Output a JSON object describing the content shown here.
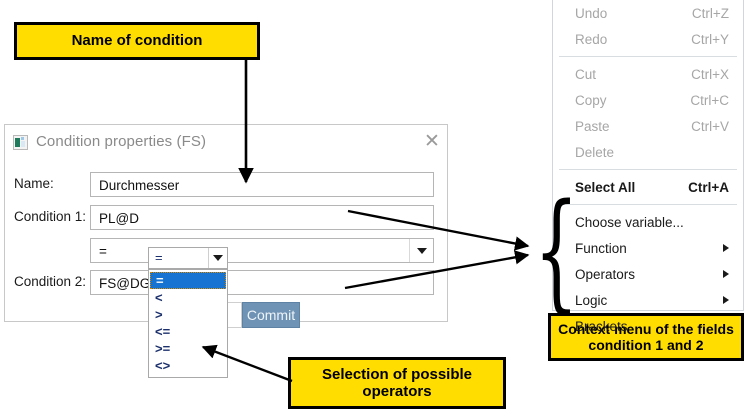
{
  "callouts": {
    "name_of_condition": "Name of condition",
    "selection_of_operators": "Selection of possible\noperators",
    "context_menu_note": "Context menu  of the fields\ncondition 1 and 2"
  },
  "dialog": {
    "title": "Condition properties (FS)",
    "icon": "window-app-icon",
    "close_icon": "✕",
    "fields": [
      {
        "label": "Name:",
        "value": "Durchmesser"
      },
      {
        "label": "Condition 1:",
        "value": "PL@D"
      },
      {
        "label": "Condition 2:",
        "value": "FS@DG"
      }
    ],
    "operator_combo": {
      "value": "=",
      "dropdown_value": "=",
      "options": [
        "=",
        "<",
        ">",
        "<=",
        ">=",
        "<>"
      ],
      "selected_option": "="
    },
    "buttons": {
      "hidden_label": "",
      "commit_label": "Commit"
    }
  },
  "context_menu": {
    "groups": [
      {
        "items": [
          {
            "label": "Undo",
            "accel": "Ctrl+Z",
            "enabled": false,
            "submenu": false
          },
          {
            "label": "Redo",
            "accel": "Ctrl+Y",
            "enabled": false,
            "submenu": false
          }
        ]
      },
      {
        "items": [
          {
            "label": "Cut",
            "accel": "Ctrl+X",
            "enabled": false,
            "submenu": false
          },
          {
            "label": "Copy",
            "accel": "Ctrl+C",
            "enabled": false,
            "submenu": false
          },
          {
            "label": "Paste",
            "accel": "Ctrl+V",
            "enabled": false,
            "submenu": false
          },
          {
            "label": "Delete",
            "accel": "",
            "enabled": false,
            "submenu": false
          }
        ]
      },
      {
        "items": [
          {
            "label": "Select All",
            "accel": "Ctrl+A",
            "enabled": true,
            "submenu": false,
            "bold": true
          }
        ]
      },
      {
        "items": [
          {
            "label": "Choose variable...",
            "accel": "",
            "enabled": true,
            "submenu": false
          },
          {
            "label": "Function",
            "accel": "",
            "enabled": true,
            "submenu": true
          },
          {
            "label": "Operators",
            "accel": "",
            "enabled": true,
            "submenu": true
          },
          {
            "label": "Logic",
            "accel": "",
            "enabled": true,
            "submenu": true
          },
          {
            "label": "Brackets",
            "accel": "",
            "enabled": true,
            "submenu": false
          }
        ]
      }
    ]
  },
  "colors": {
    "callout_fill": "#FFDD00",
    "callout_border": "#000000",
    "commit_button": "#6F93B4",
    "dropdown_selection": "#1673D1",
    "dropdown_text": "#1A2F6B"
  }
}
